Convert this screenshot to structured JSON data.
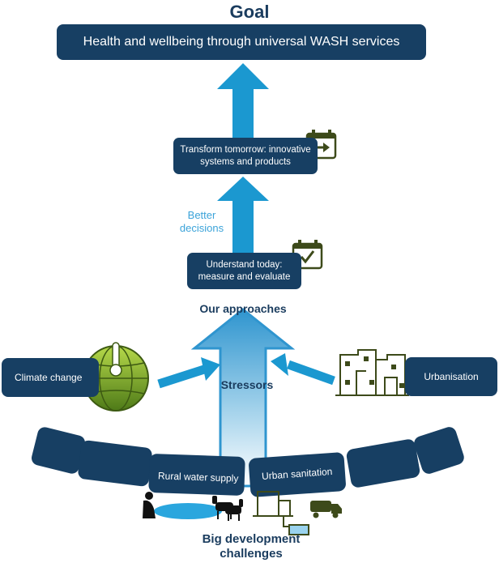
{
  "goal": {
    "title": "Goal",
    "statement": "Health and wellbeing through universal WASH services"
  },
  "approaches": {
    "heading": "Our approaches",
    "transform": "Transform tomorrow: innovative systems and products",
    "understand": "Understand today: measure and evaluate",
    "better_decisions": "Better decisions"
  },
  "stressors": {
    "heading": "Stressors",
    "left": "Climate change",
    "right": "Urbanisation"
  },
  "challenges": {
    "heading": "Big development challenges",
    "left": "Rural water supply",
    "right": "Urban sanitation"
  },
  "colors": {
    "navy": "#173f63",
    "arrow_blue": "#1b98d0",
    "light_blue": "#3ba3d9",
    "icon_olive": "#3d4a1a",
    "globe_green": "#8ab62c"
  },
  "icons": [
    "calendar-arrow-icon",
    "calendar-check-icon",
    "globe-thermometer-icon",
    "buildings-icon",
    "person-well-icon",
    "goats-icon",
    "latrine-icon",
    "truck-icon"
  ]
}
